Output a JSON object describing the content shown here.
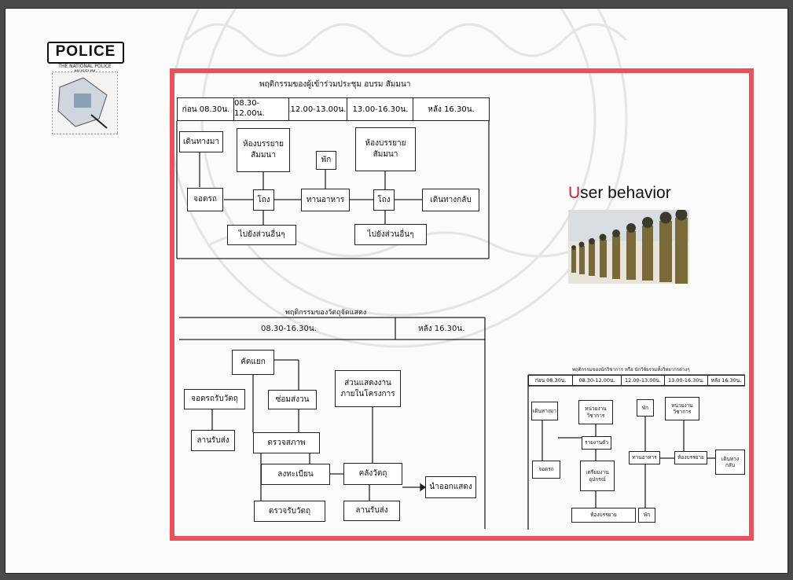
{
  "logo": {
    "label": "POLICE",
    "subtitle": "THE NATIONAL POLICE MUSEUM"
  },
  "title_right": {
    "first_letter": "U",
    "rest": "ser behavior"
  },
  "diagram1": {
    "title": "พฤติกรรมของผู้เข้าร่วมประชุม อบรม สัมมนา",
    "times": [
      "ก่อน 08.30น.",
      "08.30-12.00น.",
      "12.00-13.00น.",
      "13.00-16.30น.",
      "หลัง 16.30น."
    ],
    "nodes": {
      "arrive": "เดินทางมา",
      "lecture1": "ห้องบรรยาย สัมมนา",
      "rest": "พัก",
      "lecture2": "ห้องบรรยาย สัมมนา",
      "parking": "จอดรถ",
      "hall1": "โถง",
      "eat": "ทานอาหาร",
      "hall2": "โถง",
      "depart": "เดินทางกลับ",
      "other1": "ไปยังส่วนอื่นๆ",
      "other2": "ไปยังส่วนอื่นๆ"
    }
  },
  "diagram2": {
    "title": "พฤติกรรมของวัตถุจัดแสดง",
    "times": [
      "08.30-16.30น.",
      "หลัง 16.30น."
    ],
    "nodes": {
      "sort": "คัดแยก",
      "exhibit": "ส่วนแสดงงาน ภายในโครงการ",
      "dropoff": "จอดรถรับวัตถุ",
      "repair": "ซ่อมส่งวน",
      "receive1": "ลานรับส่ง",
      "inspect": "ตรวจสภาพ",
      "register": "ลงทะเบียน",
      "storage": "คลังวัตถุ",
      "out": "นำออกแสดง",
      "check": "ตรวจรับวัตถุ",
      "receive2": "ลานรับส่ง"
    }
  },
  "diagram3": {
    "title": "พฤติกรรมของนักวิชาการ หรือ นักวิจัยรวมทั้งวิทยากรต่างๆ",
    "times": [
      "ก่อน 08.30น.",
      "08.30-12.00น.",
      "12.00-13.00น.",
      "13.00-16.30น.",
      "หลัง 16.30น."
    ],
    "nodes": {
      "arrive": "เดินทางมา",
      "academic": "หน่วยงานวิชาการ",
      "rest": "พัก",
      "academic2": "หน่วยงาน วิชาการ",
      "report": "รายงานตัว",
      "parking": "จอดรถ",
      "equip": "เตรียมงาน อุปกรณ์",
      "eat": "ทานอาหาร",
      "lecture": "ห้องบรรยาย",
      "depart": "เดินทาง กลับ",
      "lecture_b": "ห้องบรรยาย",
      "rest_b": "พัก"
    }
  },
  "colors": {
    "frame": "#e8525a",
    "accent_letter": "#c8282f",
    "background": "#4a4a4a"
  }
}
